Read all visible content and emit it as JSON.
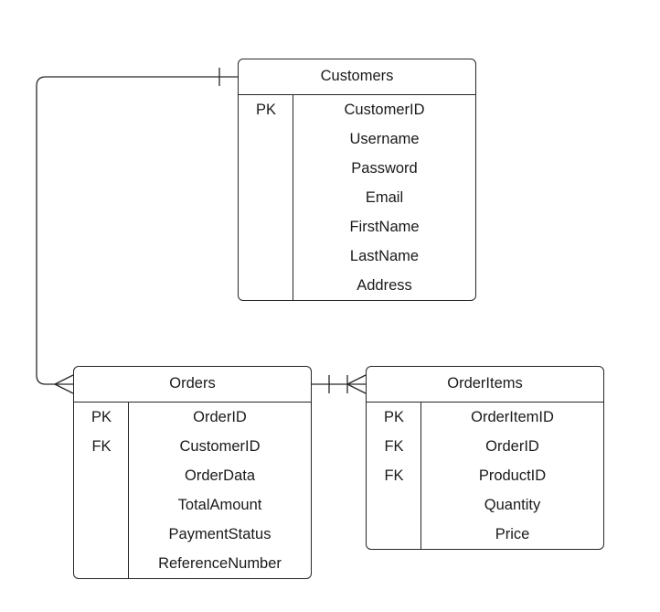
{
  "entities": {
    "customers": {
      "title": "Customers",
      "rows": [
        {
          "key": "PK",
          "field": "CustomerID"
        },
        {
          "key": "",
          "field": "Username"
        },
        {
          "key": "",
          "field": "Password"
        },
        {
          "key": "",
          "field": "Email"
        },
        {
          "key": "",
          "field": "FirstName"
        },
        {
          "key": "",
          "field": "LastName"
        },
        {
          "key": "",
          "field": "Address"
        }
      ]
    },
    "orders": {
      "title": "Orders",
      "rows": [
        {
          "key": "PK",
          "field": "OrderID"
        },
        {
          "key": "FK",
          "field": "CustomerID"
        },
        {
          "key": "",
          "field": "OrderData"
        },
        {
          "key": "",
          "field": "TotalAmount"
        },
        {
          "key": "",
          "field": "PaymentStatus"
        },
        {
          "key": "",
          "field": "ReferenceNumber"
        }
      ]
    },
    "orderitems": {
      "title": "OrderItems",
      "rows": [
        {
          "key": "PK",
          "field": "OrderItemID"
        },
        {
          "key": "FK",
          "field": "OrderID"
        },
        {
          "key": "FK",
          "field": "ProductID"
        },
        {
          "key": "",
          "field": "Quantity"
        },
        {
          "key": "",
          "field": "Price"
        }
      ]
    }
  },
  "relationships": [
    {
      "from": "Customers",
      "from_cardinality": "one",
      "to": "Orders",
      "to_cardinality": "many"
    },
    {
      "from": "Orders",
      "from_cardinality": "one",
      "to": "OrderItems",
      "to_cardinality": "many"
    }
  ]
}
